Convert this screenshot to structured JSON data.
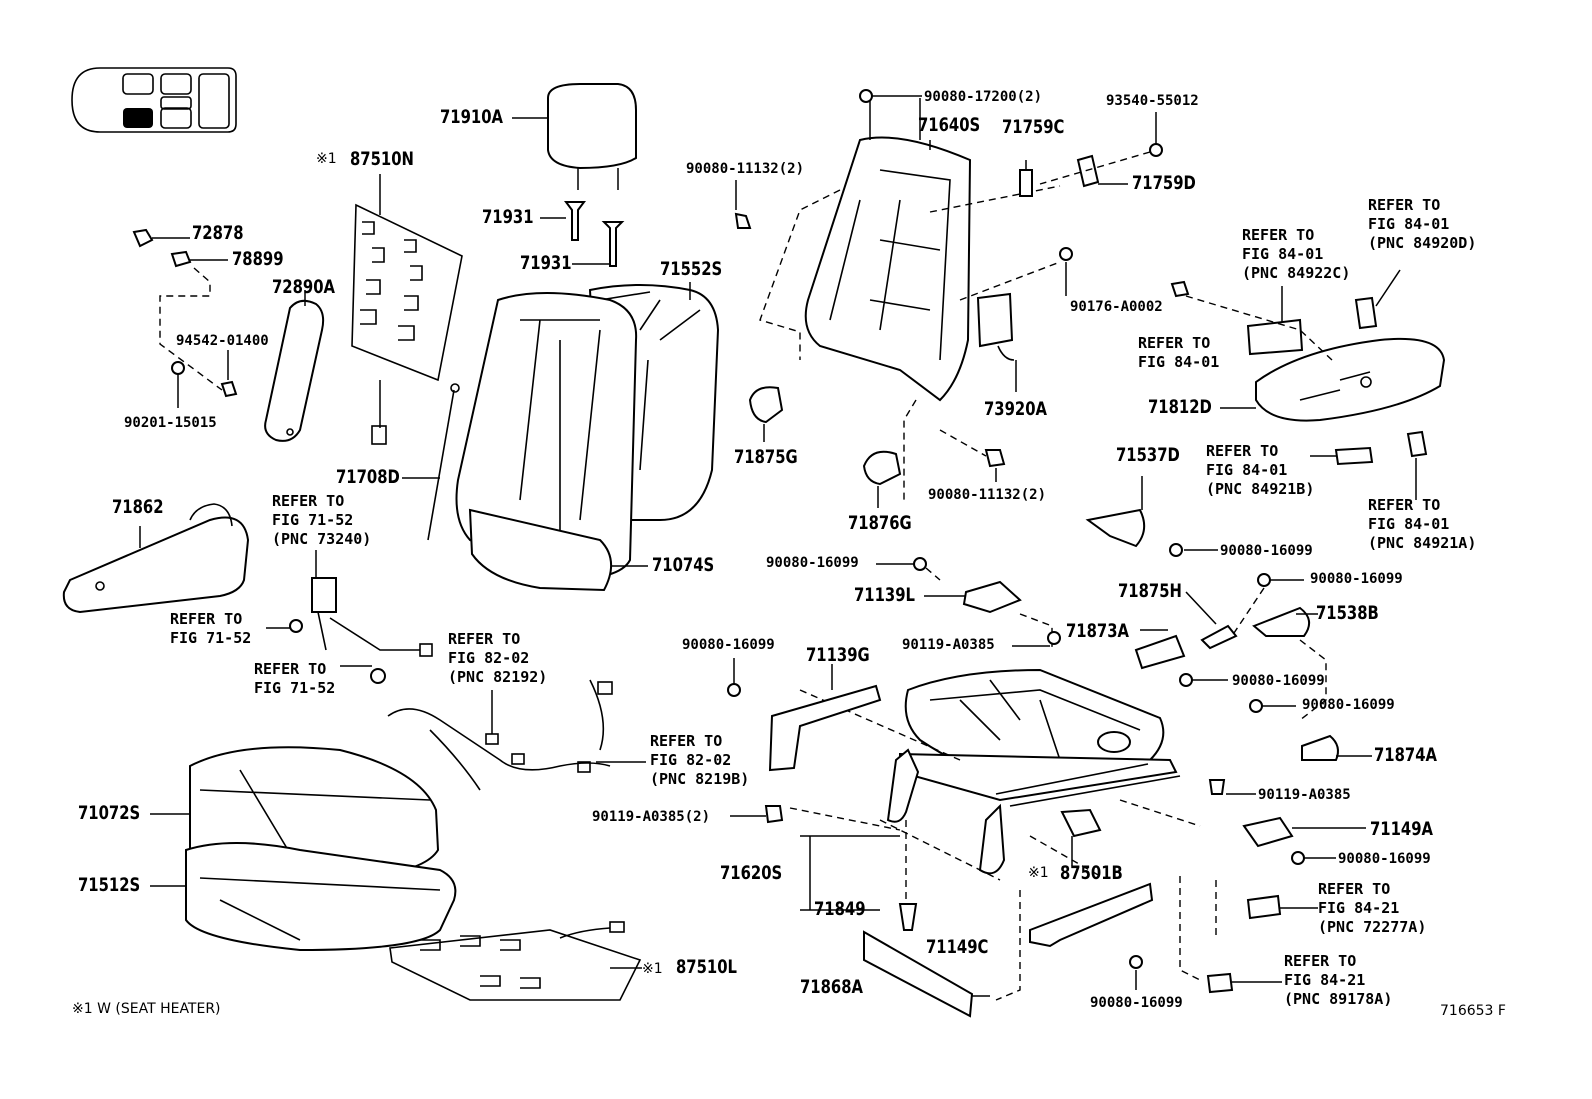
{
  "diagram": {
    "labels": {
      "p71910A": "71910A",
      "p87510N": "87510N",
      "p87510N_mark": "※1",
      "p71931a": "71931",
      "p71931b": "71931",
      "p72878": "72878",
      "p78899": "78899",
      "p72890A": "72890A",
      "p94542": "94542-01400",
      "p90201": "90201-15015",
      "p71552S": "71552S",
      "p71708D": "71708D",
      "p71074S": "71074S",
      "p71862": "71862",
      "p90080_17200": "90080-17200(2)",
      "p71640S": "71640S",
      "p71759C": "71759C",
      "p93540": "93540-55012",
      "p71759D": "71759D",
      "p90080_11132a": "90080-11132(2)",
      "p90176": "90176-A0002",
      "p73920A": "73920A",
      "p71875G": "71875G",
      "p71876G": "71876G",
      "p90080_11132b": "90080-11132(2)",
      "p71812D": "71812D",
      "p71537D": "71537D",
      "p90080_16099a": "90080-16099",
      "p90080_16099b": "90080-16099",
      "p71139L": "71139L",
      "p71875H": "71875H",
      "p90080_16099c": "90080-16099",
      "p71538B": "71538B",
      "p90080_16099d": "90080-16099",
      "p71139G": "71139G",
      "p90119_a": "90119-A0385",
      "p71873A": "71873A",
      "p90080_16099e": "90080-16099",
      "p90080_16099f": "90080-16099",
      "p71874A": "71874A",
      "p90119_b": "90119-A0385",
      "p71072S": "71072S",
      "p71512S": "71512S",
      "p90119_c": "90119-A0385(2)",
      "p71620S": "71620S",
      "p71849": "71849",
      "p71149A": "71149A",
      "p90080_16099g": "90080-16099",
      "p87501B": "87501B",
      "p87501B_mark": "※1",
      "p71149C": "71149C",
      "p71868A": "71868A",
      "p90080_16099h": "90080-16099",
      "p87510L": "87510L",
      "p87510L_mark": "※1"
    },
    "refs": {
      "r_84_01_84920D": "REFER TO\nFIG 84-01\n(PNC 84920D)",
      "r_84_01_84922C": "REFER TO\nFIG 84-01\n(PNC 84922C)",
      "r_84_01_plain": "REFER TO\nFIG 84-01",
      "r_84_01_84921B": "REFER TO\nFIG 84-01\n(PNC 84921B)",
      "r_84_01_84921A": "REFER TO\nFIG 84-01\n(PNC 84921A)",
      "r_71_52_73240": "REFER TO\nFIG 71-52\n(PNC 73240)",
      "r_71_52_a": "REFER TO\nFIG 71-52",
      "r_71_52_b": "REFER TO\nFIG 71-52",
      "r_82_02_82192": "REFER TO\nFIG 82-02\n(PNC 82192)",
      "r_82_02_8219B": "REFER TO\nFIG 82-02\n(PNC 8219B)",
      "r_84_21_72277A": "REFER TO\nFIG 84-21\n(PNC 72277A)",
      "r_84_21_89178A": "REFER TO\nFIG 84-21\n(PNC 89178A)"
    },
    "footnote": "※1  W (SEAT HEATER)",
    "figure_id": "716653 F"
  }
}
